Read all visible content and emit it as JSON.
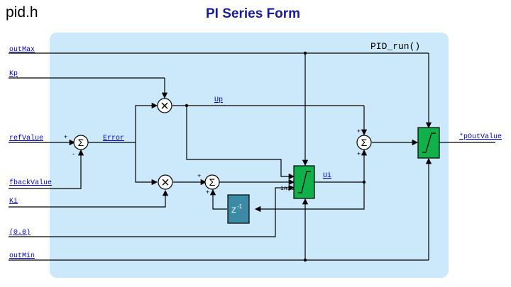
{
  "header": {
    "file_title": "pid.h",
    "diagram_title": "PI Series Form"
  },
  "block": {
    "name": "PID_run()",
    "fill_color": "#cce8fb"
  },
  "inputs": {
    "out_max": "outMax",
    "kp": "Kp",
    "ref_value": "refValue",
    "fback_value": "fbackValue",
    "ki": "Ki",
    "init_const": "(0.0)",
    "out_min": "outMin"
  },
  "outputs": {
    "p_out_value": "*pOutValue"
  },
  "signals": {
    "error": "Error",
    "up": "Up",
    "ui": "Ui",
    "init": "init"
  },
  "blocks": {
    "sum_symbol": "Σ",
    "multiply_symbol": "×",
    "delay_label": "Z",
    "delay_exponent": "-1",
    "plus": "+",
    "minus": "-"
  },
  "colors": {
    "title": "#1a1aa0",
    "link": "#0000cc",
    "saturation": "#11b04a",
    "delay": "#3d8aa5",
    "wire": "#000000"
  }
}
